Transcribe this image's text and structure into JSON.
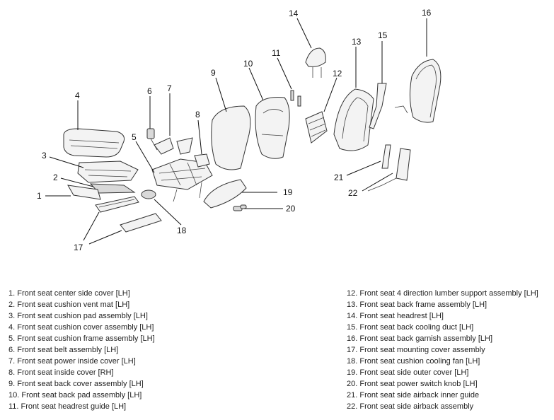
{
  "callouts": [
    "1",
    "2",
    "3",
    "4",
    "5",
    "6",
    "7",
    "8",
    "9",
    "10",
    "11",
    "12",
    "13",
    "14",
    "15",
    "16",
    "17",
    "18",
    "19",
    "20",
    "21",
    "22"
  ],
  "legend": {
    "left": [
      "1. Front seat center side cover [LH]",
      "2. Front seat cushion vent mat [LH]",
      "3. Front seat cushion pad assembly [LH]",
      "4. Front seat cushion cover assembly [LH]",
      "5. Front seat cushion frame assembly [LH]",
      "6. Front seat belt assembly [LH]",
      "7. Front seat power inside cover [LH]",
      "8. Front seat inside cover [RH]",
      "9. Front seat back cover assembly [LH]",
      "10. Front seat back pad assembly [LH]",
      "11. Front seat headrest guide [LH]"
    ],
    "right": [
      "12. Front seat 4 direction lumber support assembly [LH]",
      "13. Front seat back frame assembly [LH]",
      "14. Front seat headrest [LH]",
      "15. Front seat back cooling duct [LH]",
      "16. Front seat back garnish assembly [LH]",
      "17. Front seat mounting cover assembly",
      "18. Front seat cushion cooling fan [LH]",
      "19. Front seat side outer cover [LH]",
      "20. Front seat power switch knob [LH]",
      "21. Front seat side airback inner guide",
      "22. Front seat side airback assembly"
    ]
  }
}
